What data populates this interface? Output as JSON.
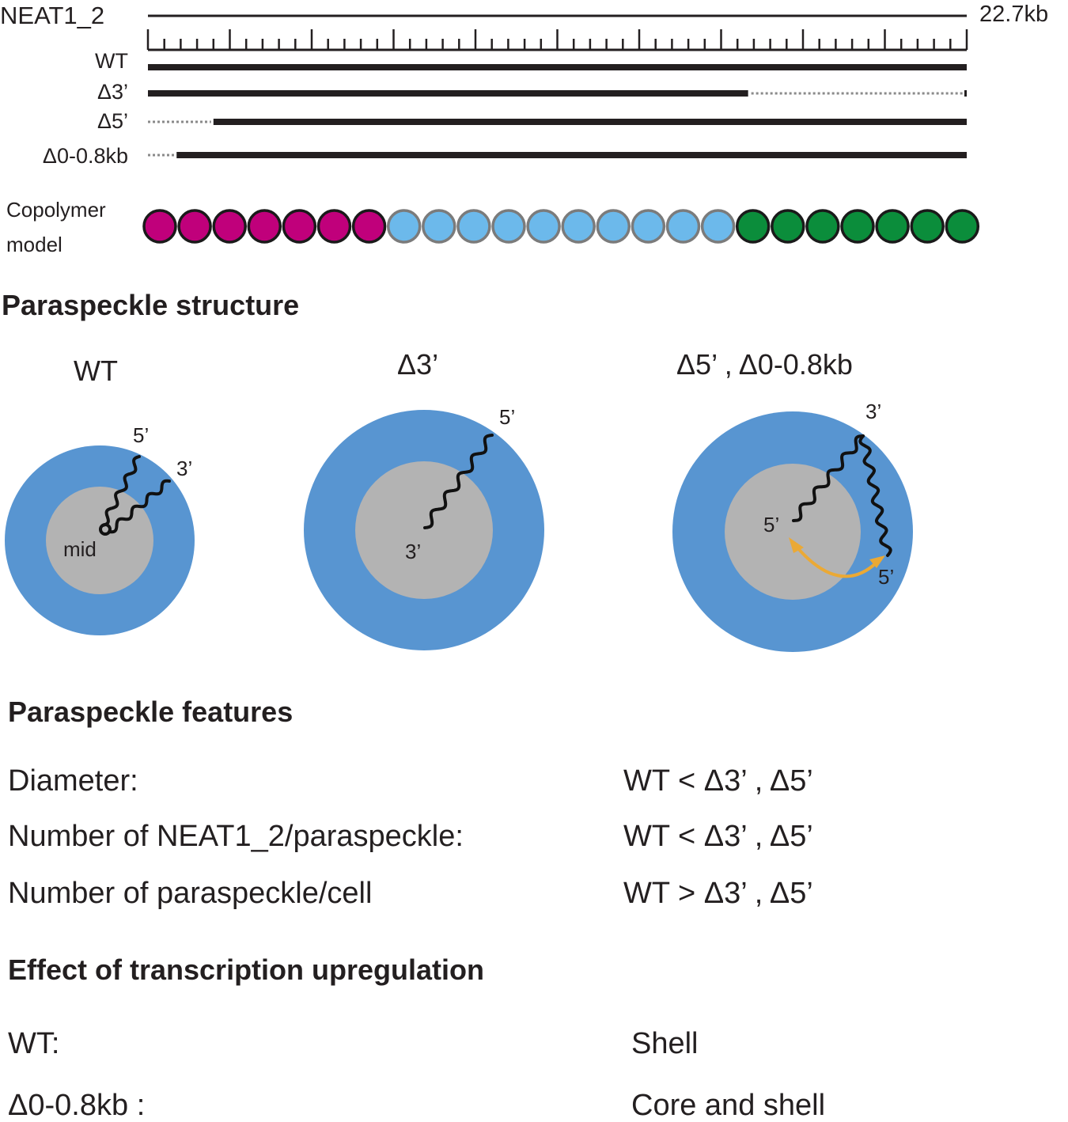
{
  "gene": {
    "name": "NEAT1_2",
    "length_label": "22.7kb",
    "constructs": [
      {
        "label": "WT",
        "deleted_start": null,
        "deleted_end": null
      },
      {
        "label": "Δ3’",
        "deleted_start": 0.733,
        "deleted_end": 1.0
      },
      {
        "label": "Δ5’",
        "deleted_start": 0.0,
        "deleted_end": 0.08
      },
      {
        "label": "Δ0-0.8kb",
        "deleted_start": 0.0,
        "deleted_end": 0.035
      }
    ],
    "ruler_major_ticks": 10,
    "ruler_minor_per_major": 5
  },
  "copolymer": {
    "label_line1": "Copolymer",
    "label_line2": "model",
    "blocks": [
      {
        "region": "5-prime",
        "count": 7,
        "fill": "#c0007b",
        "stroke": "#1a1a1a"
      },
      {
        "region": "middle",
        "count": 10,
        "fill": "#6cb9eb",
        "stroke": "#7b7b7b"
      },
      {
        "region": "3-prime",
        "count": 7,
        "fill": "#0b8d3b",
        "stroke": "#1a1a1a"
      }
    ]
  },
  "structure": {
    "heading": "Paraspeckle structure",
    "shell_color": "#5895d1",
    "core_color": "#b3b3b3",
    "arrow_color": "#eba935",
    "panels": [
      {
        "title": "WT",
        "labels": {
          "five": "5’",
          "three": "3’",
          "mid": "mid"
        }
      },
      {
        "title": "Δ3’",
        "labels": {
          "five": "5’",
          "three": "3’"
        }
      },
      {
        "title": "Δ5’ , Δ0-0.8kb",
        "labels": {
          "three": "3’",
          "five_a": "5’",
          "five_b": "5’"
        }
      }
    ]
  },
  "features": {
    "heading": "Paraspeckle features",
    "rows": [
      {
        "label": "Diameter:",
        "value": "WT < Δ3’ , Δ5’"
      },
      {
        "label": "Number of NEAT1_2/paraspeckle:",
        "value": "WT < Δ3’ , Δ5’"
      },
      {
        "label": "Number of paraspeckle/cell",
        "value": "WT > Δ3’ , Δ5’"
      }
    ]
  },
  "transcription": {
    "heading": "Effect of transcription upregulation",
    "rows": [
      {
        "label": "WT:",
        "value": "Shell"
      },
      {
        "label": "Δ0-0.8kb :",
        "value": "Core and shell"
      }
    ]
  }
}
